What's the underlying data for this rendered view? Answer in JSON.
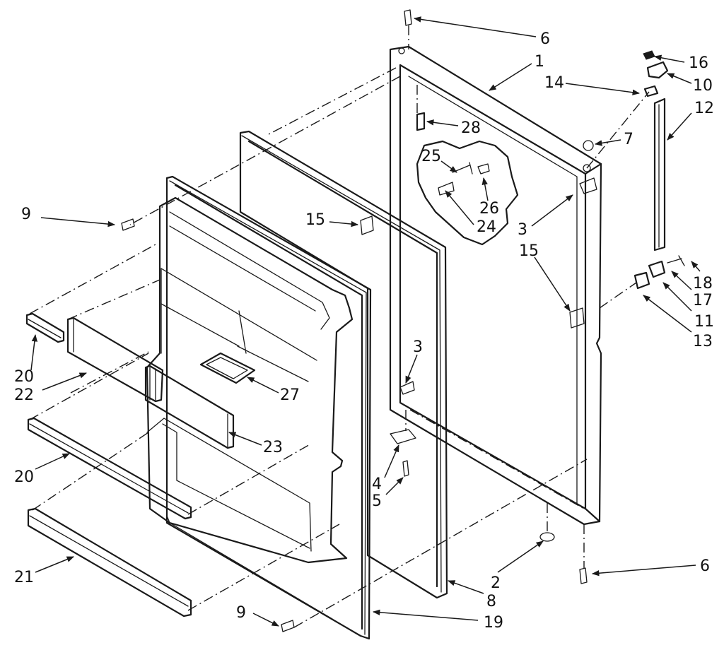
{
  "callouts": [
    {
      "id": "c6a",
      "text": "6"
    },
    {
      "id": "c1",
      "text": "1"
    },
    {
      "id": "c16",
      "text": "16"
    },
    {
      "id": "c14",
      "text": "14"
    },
    {
      "id": "c10",
      "text": "10"
    },
    {
      "id": "c12",
      "text": "12"
    },
    {
      "id": "c28",
      "text": "28"
    },
    {
      "id": "c7",
      "text": "7"
    },
    {
      "id": "c25",
      "text": "25"
    },
    {
      "id": "c26",
      "text": "26"
    },
    {
      "id": "c24",
      "text": "24"
    },
    {
      "id": "c3a",
      "text": "3"
    },
    {
      "id": "c15a",
      "text": "15"
    },
    {
      "id": "c15b",
      "text": "15"
    },
    {
      "id": "c9a",
      "text": "9"
    },
    {
      "id": "c18",
      "text": "18"
    },
    {
      "id": "c17",
      "text": "17"
    },
    {
      "id": "c11",
      "text": "11"
    },
    {
      "id": "c13",
      "text": "13"
    },
    {
      "id": "c20a",
      "text": "20"
    },
    {
      "id": "c22",
      "text": "22"
    },
    {
      "id": "c3b",
      "text": "3"
    },
    {
      "id": "c27",
      "text": "27"
    },
    {
      "id": "c23",
      "text": "23"
    },
    {
      "id": "c20b",
      "text": "20"
    },
    {
      "id": "c4",
      "text": "4"
    },
    {
      "id": "c5",
      "text": "5"
    },
    {
      "id": "c21",
      "text": "21"
    },
    {
      "id": "c2",
      "text": "2"
    },
    {
      "id": "c6b",
      "text": "6"
    },
    {
      "id": "c8",
      "text": "8"
    },
    {
      "id": "c9b",
      "text": "9"
    },
    {
      "id": "c19",
      "text": "19"
    }
  ]
}
